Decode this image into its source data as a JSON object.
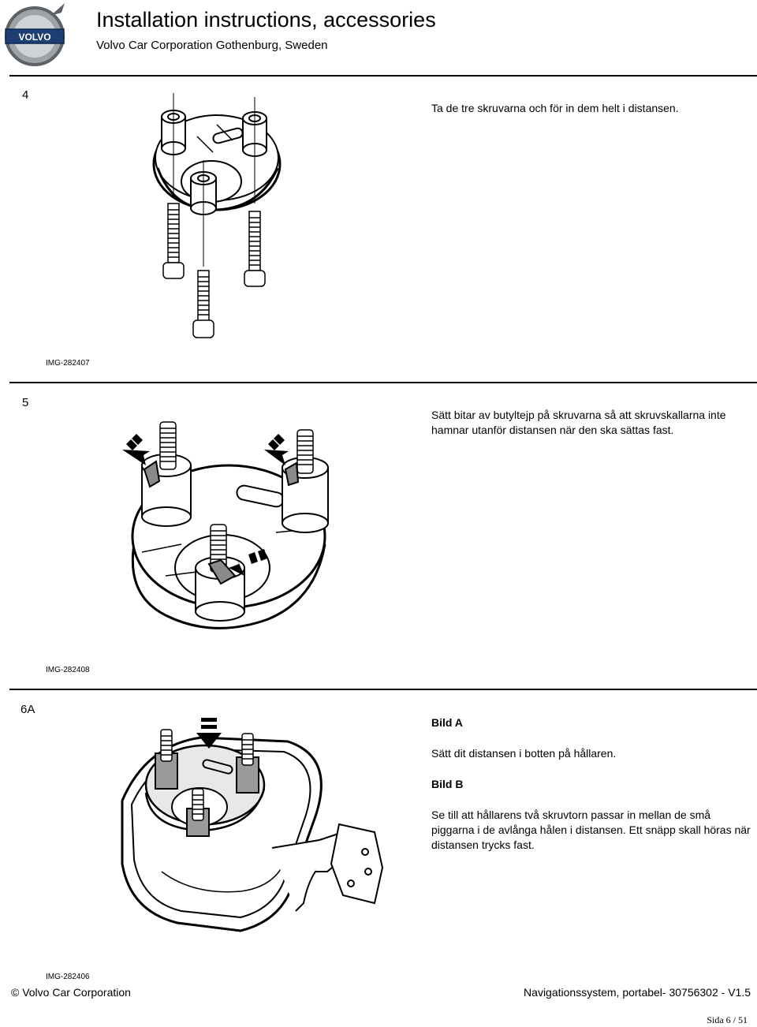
{
  "header": {
    "logo_text": "VOLVO",
    "title": "Installation instructions, accessories",
    "subtitle": "Volvo Car Corporation Gothenburg, Sweden"
  },
  "steps": [
    {
      "number": "4",
      "text": "Ta de tre skruvarna och för in dem helt i distansen.",
      "image_id": "IMG-282407",
      "figure_icon": "spacer-with-three-screws-illustration"
    },
    {
      "number": "5",
      "text": "Sätt bitar av butyltejp på skruvarna så att skruvskallarna inte hamnar utanför distansen när den ska sättas fast.",
      "image_id": "IMG-282408",
      "figure_icon": "spacer-with-butyl-tape-illustration"
    },
    {
      "number": "6A",
      "heading_a": "Bild A",
      "text_a": "Sätt dit distansen i botten på hållaren.",
      "heading_b": "Bild B",
      "text_b": "Se till att hållarens två skruvtorn passar in mellan de små piggarna i de avlånga hålen i distansen. Ett snäpp skall höras när distansen trycks fast.",
      "image_id": "IMG-282406",
      "figure_icon": "spacer-into-holder-illustration"
    }
  ],
  "footer": {
    "copyright": "© Volvo Car Corporation",
    "document_ref": "Navigationssystem, portabel- 30756302 - V1.5",
    "page": "Sida 6 / 51"
  }
}
